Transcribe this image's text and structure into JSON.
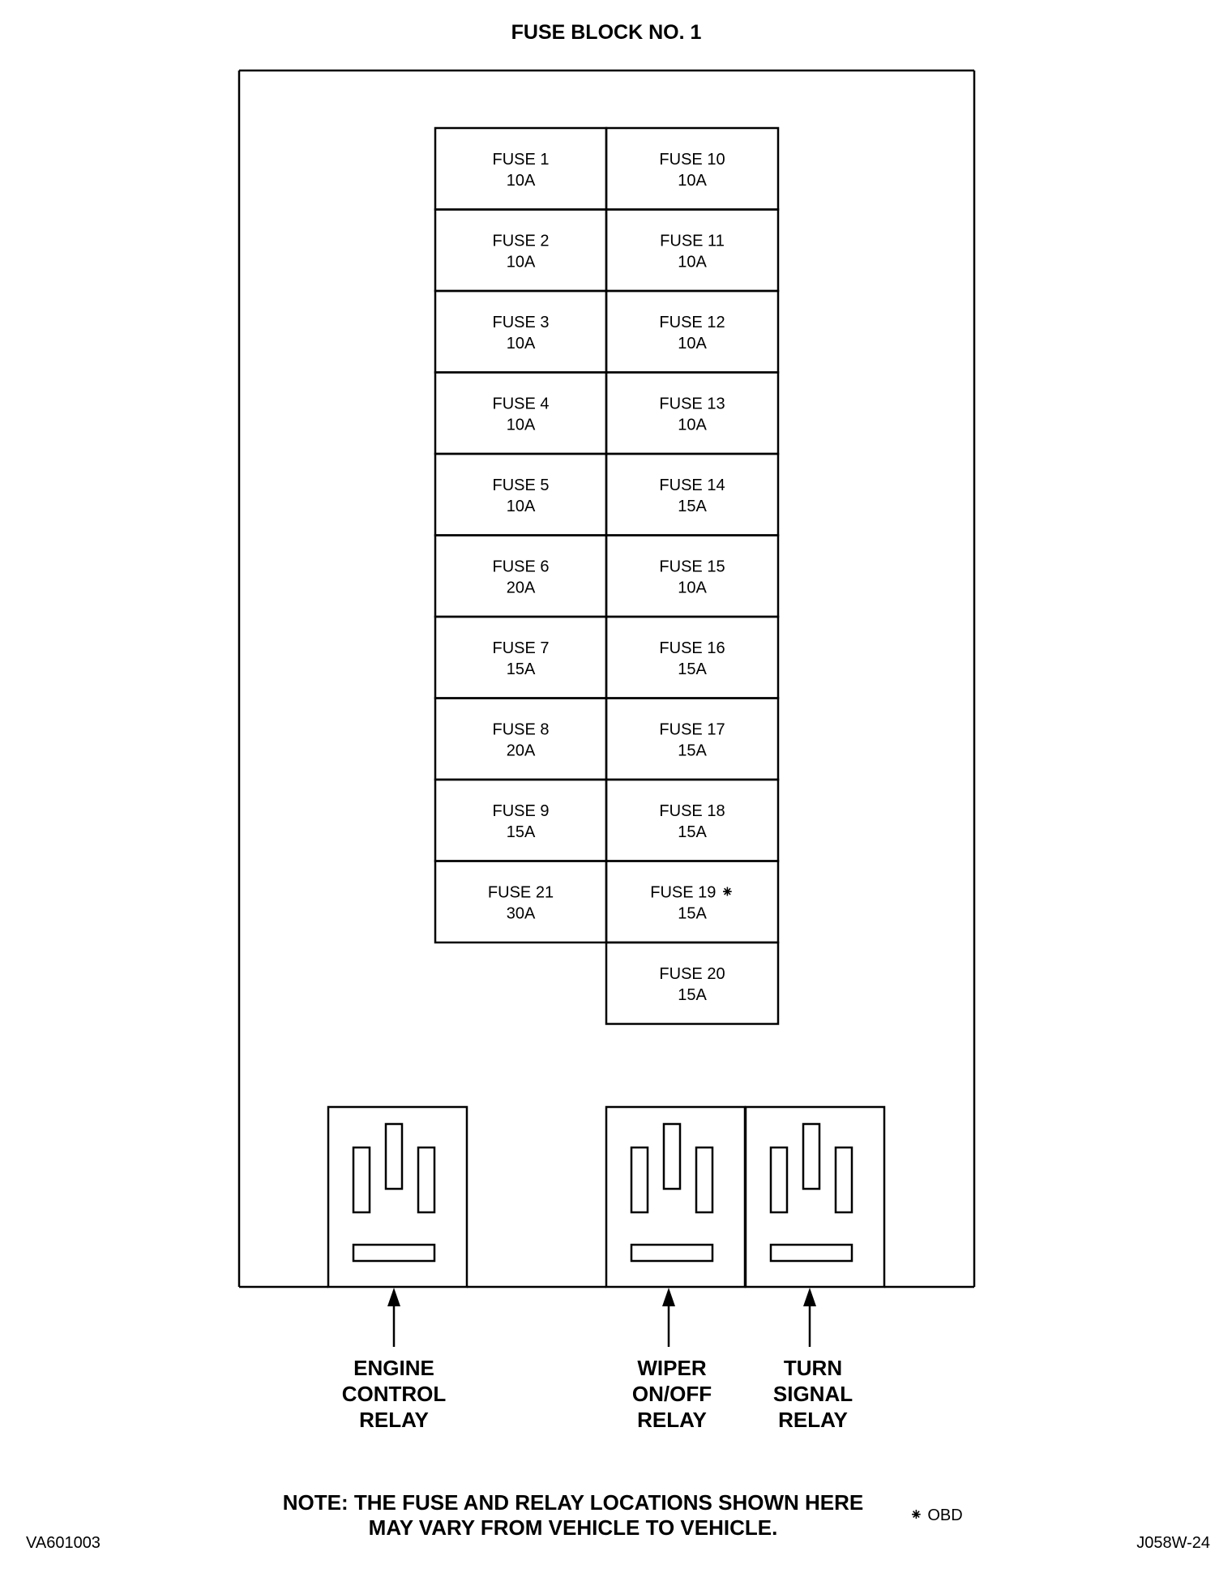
{
  "title": "FUSE BLOCK NO. 1",
  "fuses_left": [
    {
      "label": "FUSE 1",
      "rating": "10A"
    },
    {
      "label": "FUSE 2",
      "rating": "10A"
    },
    {
      "label": "FUSE 3",
      "rating": "10A"
    },
    {
      "label": "FUSE 4",
      "rating": "10A"
    },
    {
      "label": "FUSE 5",
      "rating": "10A"
    },
    {
      "label": "FUSE 6",
      "rating": "20A"
    },
    {
      "label": "FUSE 7",
      "rating": "15A"
    },
    {
      "label": "FUSE 8",
      "rating": "20A"
    },
    {
      "label": "FUSE 9",
      "rating": "15A"
    },
    {
      "label": "FUSE 21",
      "rating": "30A"
    }
  ],
  "fuses_right": [
    {
      "label": "FUSE 10",
      "rating": "10A"
    },
    {
      "label": "FUSE 11",
      "rating": "10A"
    },
    {
      "label": "FUSE 12",
      "rating": "10A"
    },
    {
      "label": "FUSE 13",
      "rating": "10A"
    },
    {
      "label": "FUSE 14",
      "rating": "15A"
    },
    {
      "label": "FUSE 15",
      "rating": "10A"
    },
    {
      "label": "FUSE 16",
      "rating": "15A"
    },
    {
      "label": "FUSE 17",
      "rating": "15A"
    },
    {
      "label": "FUSE 18",
      "rating": "15A"
    },
    {
      "label": "FUSE 19 ⁕",
      "rating": "15A"
    },
    {
      "label": "FUSE 20",
      "rating": "15A"
    }
  ],
  "relays": [
    {
      "lines": [
        "ENGINE",
        "CONTROL",
        "RELAY"
      ]
    },
    {
      "lines": [
        "WIPER",
        "ON/OFF",
        "RELAY"
      ]
    },
    {
      "lines": [
        "TURN",
        "SIGNAL",
        "RELAY"
      ]
    }
  ],
  "note": {
    "line1": "NOTE: THE FUSE AND RELAY LOCATIONS  SHOWN HERE",
    "line2": "MAY VARY FROM VEHICLE TO VEHICLE."
  },
  "legend": "⁕ OBD",
  "code_left": "VA601003",
  "code_right": "J058W-24"
}
